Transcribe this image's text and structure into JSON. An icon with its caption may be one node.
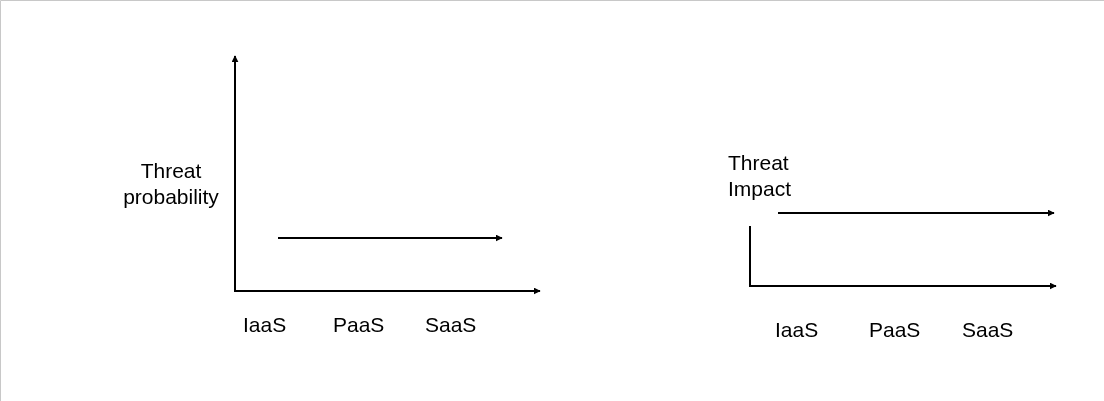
{
  "diagram": {
    "labels": [
      "Threat probability",
      "IaaS",
      "PaaS",
      "SaaS",
      "Threat Impact",
      "IaaS",
      "PaaS",
      "SaaS"
    ]
  }
}
